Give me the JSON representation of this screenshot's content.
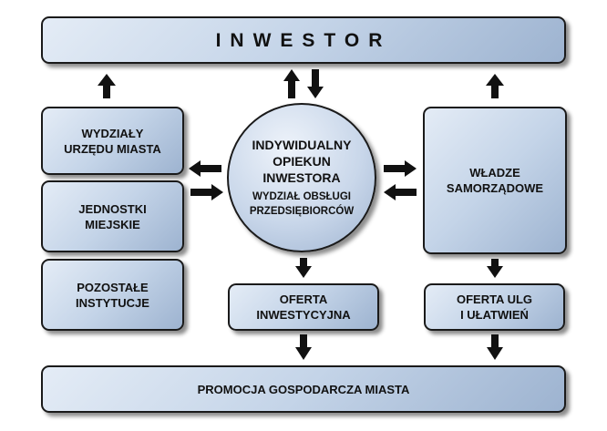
{
  "nodes": {
    "investor": "INWESTOR",
    "wydzialy": "WYDZIAŁY\nURZĘDU MIASTA",
    "jednostki": "JEDNOSTKI\nMIEJSKIE",
    "pozostale": "POZOSTAŁE\nINSTYTUCJE",
    "opiekun": "INDYWIDUALNY\nOPIEKUN\nINWESTORA",
    "wydzial_obslugi": "WYDZIAŁ OBSŁUGI\nPRZEDSIĘBIORCÓW",
    "wladze": "WŁADZE\nSAMORZĄDOWE",
    "oferta_inwestycyjna": "OFERTA\nINWESTYCYJNA",
    "oferta_ulg": "OFERTA ULG\nI UŁATWIEŃ",
    "promocja": "PROMOCJA GOSPODARCZA MIASTA"
  },
  "colors": {
    "box_light": "#e4ecf6",
    "box_dark": "#9db3d0",
    "arrow": "#111111"
  }
}
